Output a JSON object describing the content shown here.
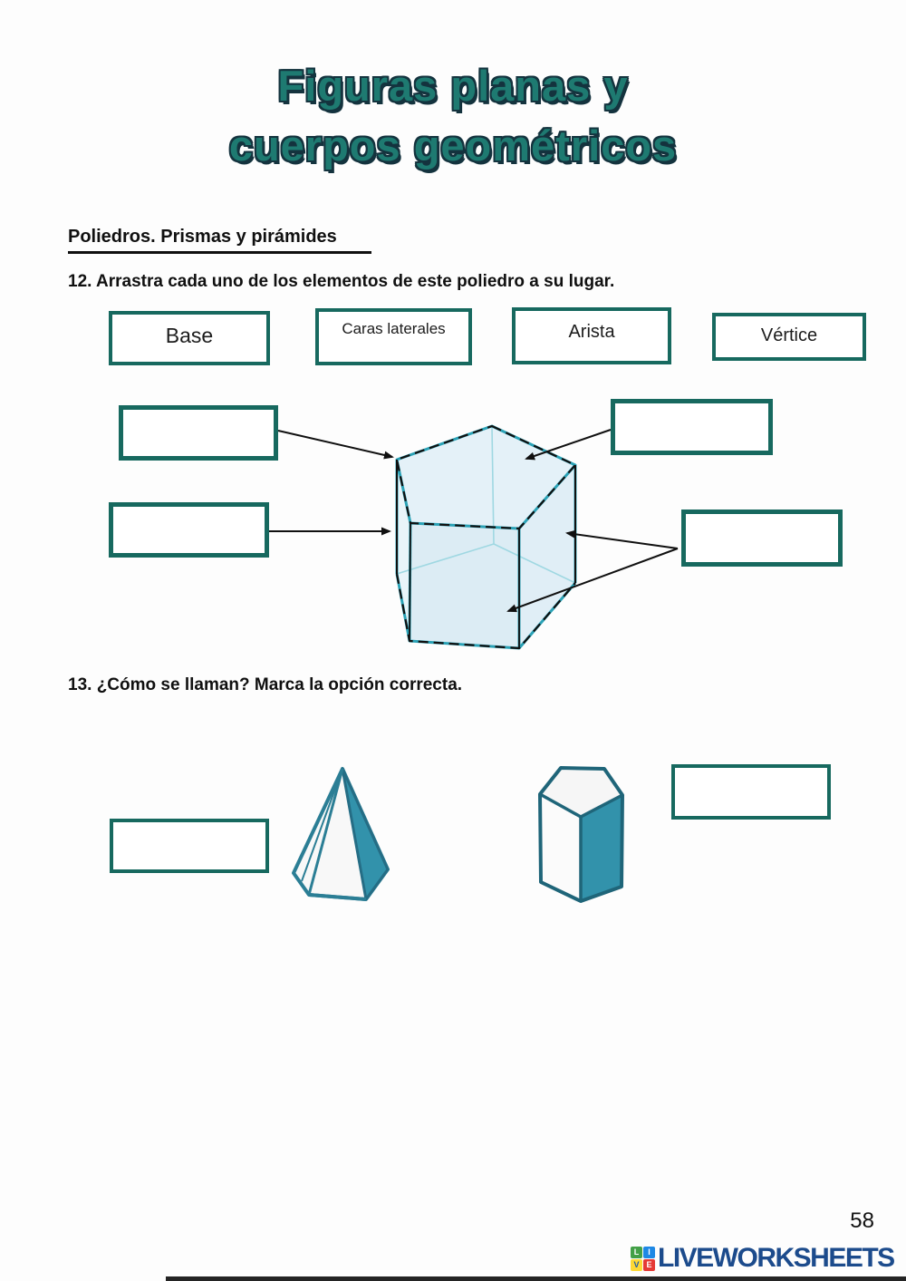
{
  "title": {
    "line1": "Figuras planas y",
    "line2": "cuerpos geométricos"
  },
  "section": {
    "heading": "Poliedros. Prismas y pirámides"
  },
  "q12": {
    "prompt": "12. Arrastra cada uno de los elementos de este poliedro a su lugar.",
    "word_bank": [
      {
        "label": "Base"
      },
      {
        "label": "Caras laterales"
      },
      {
        "label": "Arista"
      },
      {
        "label": "Vértice"
      }
    ],
    "diagram_shape": "transparent-pentagonal-prism"
  },
  "q13": {
    "prompt": "13. ¿Cómo se llaman? Marca la opción correcta.",
    "shapes": [
      {
        "name": "pentagonal-pyramid"
      },
      {
        "name": "pentagonal-prism"
      }
    ]
  },
  "footer": {
    "page_number": "58",
    "brand": "LIVEWORKSHEETS",
    "logo_letters": [
      "L",
      "I",
      "V",
      "E"
    ]
  },
  "colors": {
    "box_border": "#17695f",
    "title_teal": "#1e7a71",
    "brand_blue": "#1c4b8c",
    "prism_edge_teal": "#2aa2b6",
    "prism_fill": "#e4f1f8",
    "solid_shape_teal": "#3292ab"
  }
}
